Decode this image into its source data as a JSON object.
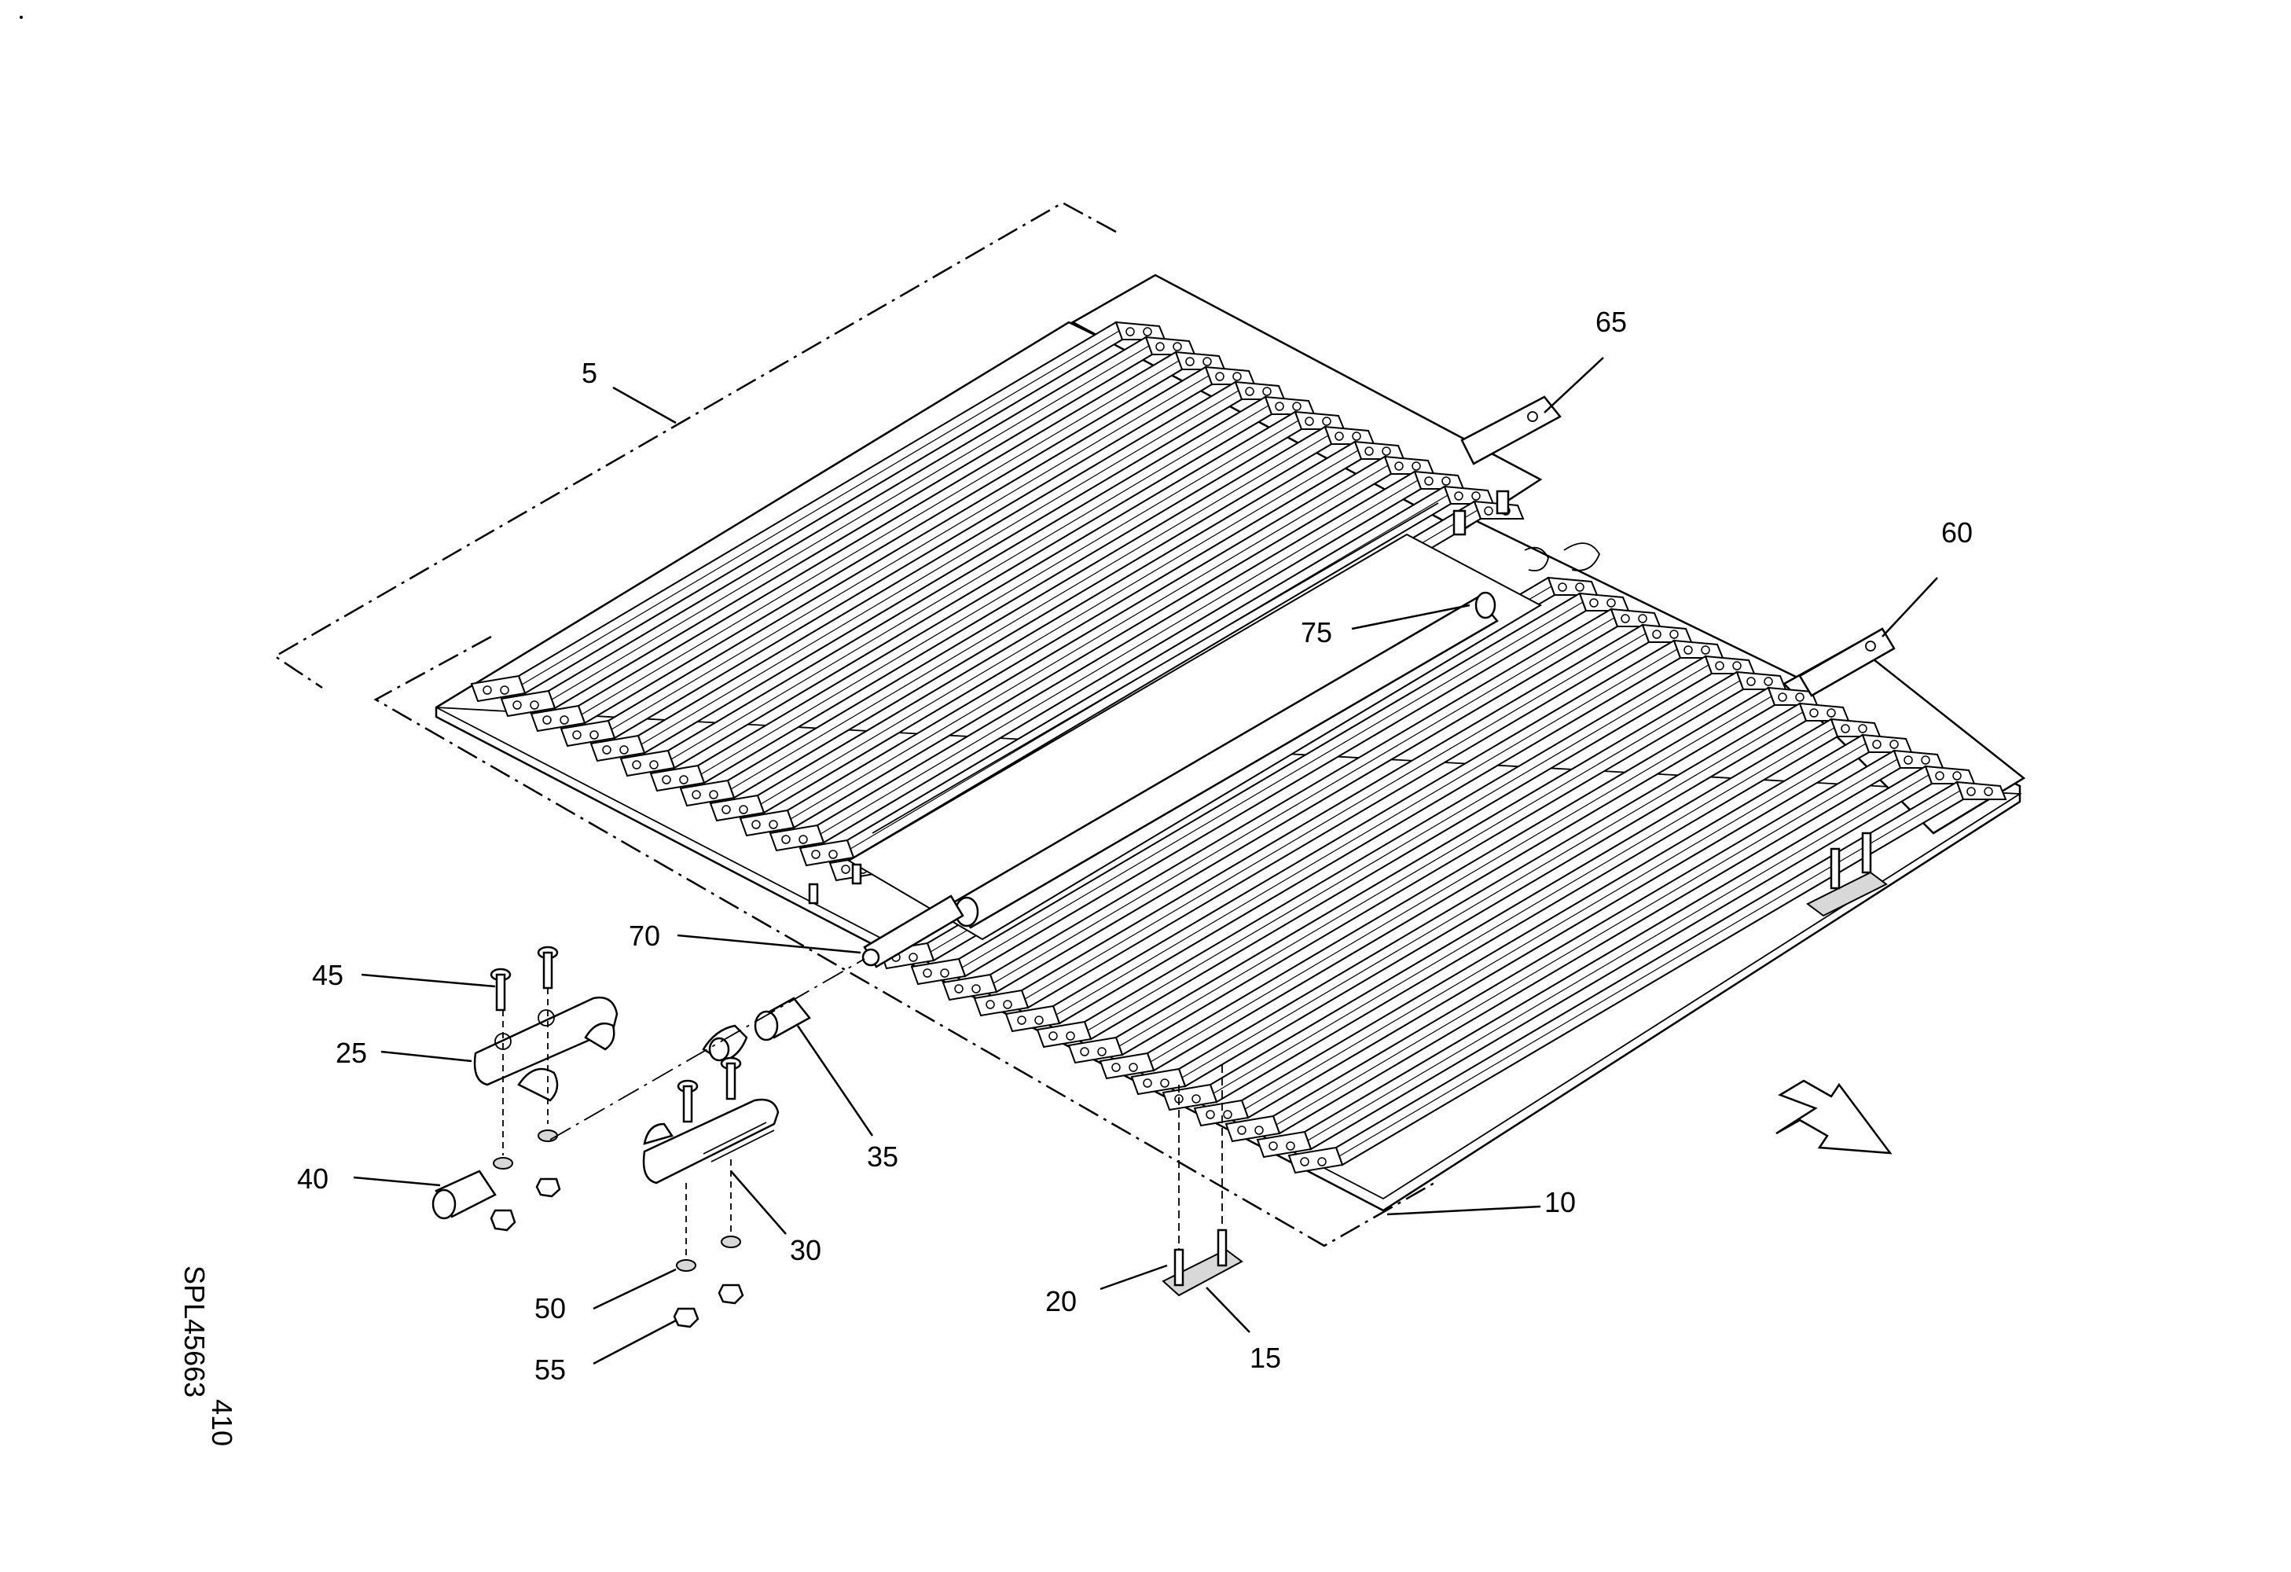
{
  "callouts": [
    {
      "id": "5",
      "label": "5"
    },
    {
      "id": "10",
      "label": "10"
    },
    {
      "id": "15",
      "label": "15"
    },
    {
      "id": "20",
      "label": "20"
    },
    {
      "id": "25",
      "label": "25"
    },
    {
      "id": "30",
      "label": "30"
    },
    {
      "id": "35",
      "label": "35"
    },
    {
      "id": "40",
      "label": "40"
    },
    {
      "id": "45",
      "label": "45"
    },
    {
      "id": "50",
      "label": "50"
    },
    {
      "id": "55",
      "label": "55"
    },
    {
      "id": "60",
      "label": "60"
    },
    {
      "id": "65",
      "label": "65"
    },
    {
      "id": "70",
      "label": "70"
    },
    {
      "id": "75",
      "label": "75"
    }
  ],
  "drawing_code": {
    "line1": "410",
    "line2": "SPL45663"
  }
}
